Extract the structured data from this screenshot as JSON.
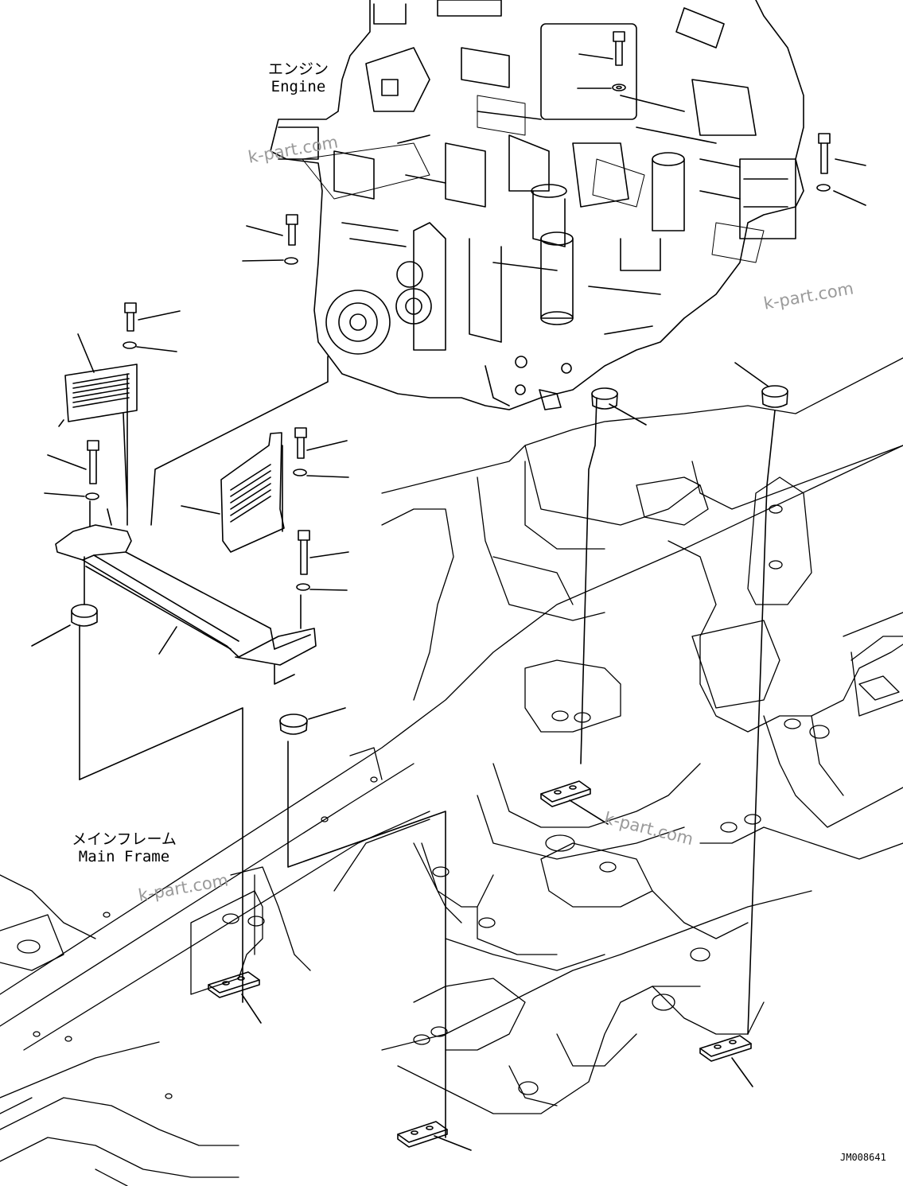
{
  "labels": {
    "engine_jp": "エンジン",
    "engine_en": "Engine",
    "frame_jp": "メインフレーム",
    "frame_en": "Main Frame"
  },
  "watermark": "k-part.com",
  "drawing_code": "JM008641",
  "colors": {
    "line": "#000000",
    "watermark": "#9a9a9a",
    "background": "#ffffff"
  }
}
